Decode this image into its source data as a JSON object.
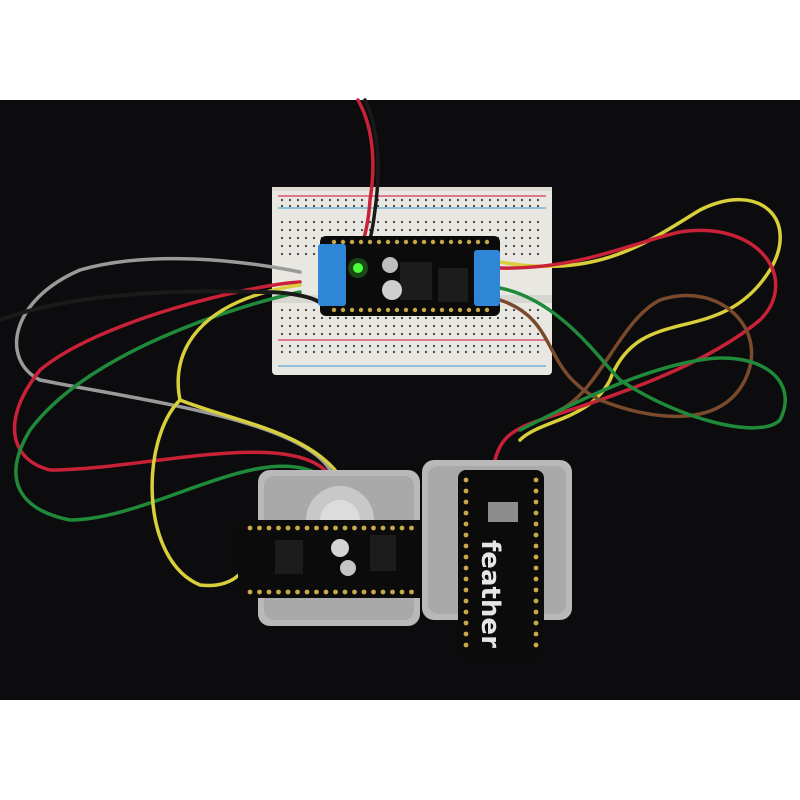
{
  "image": {
    "background_color": "#ffffff",
    "backdrop_color": "#0c0c0e"
  },
  "objects": {
    "breadboard": {
      "color": "#e9e7e2",
      "rail_red": "#d9345a",
      "rail_blue": "#5aa9d6"
    },
    "motor_shield": {
      "color": "#0b0b0b",
      "terminal_color": "#2f86d6",
      "led_color": "#49ff3a"
    },
    "stepper_motor_left": {
      "color": "#b9b9b9"
    },
    "stepper_motor_right": {
      "color": "#b9b9b9"
    },
    "feather_board": {
      "color": "#0b0b0b",
      "silkscreen_text": "feather"
    },
    "shield_on_motor": {
      "color": "#0b0b0b"
    }
  },
  "wires": [
    {
      "name": "gray-wire",
      "color": "#9a9a9a"
    },
    {
      "name": "red-wire-left",
      "color": "#c92238"
    },
    {
      "name": "green-wire-left",
      "color": "#1f8a3a"
    },
    {
      "name": "yellow-wire-left",
      "color": "#d8cf3a"
    },
    {
      "name": "black-wire",
      "color": "#1a1a1a"
    },
    {
      "name": "yellow-wire-right",
      "color": "#d8cf3a"
    },
    {
      "name": "red-wire-right",
      "color": "#c92238"
    },
    {
      "name": "brown-wire",
      "color": "#7a4a2c"
    },
    {
      "name": "green-wire-right",
      "color": "#1f8a3a"
    },
    {
      "name": "power-red-wire",
      "color": "#c92238"
    },
    {
      "name": "power-black-wire",
      "color": "#1a1a1a"
    }
  ]
}
